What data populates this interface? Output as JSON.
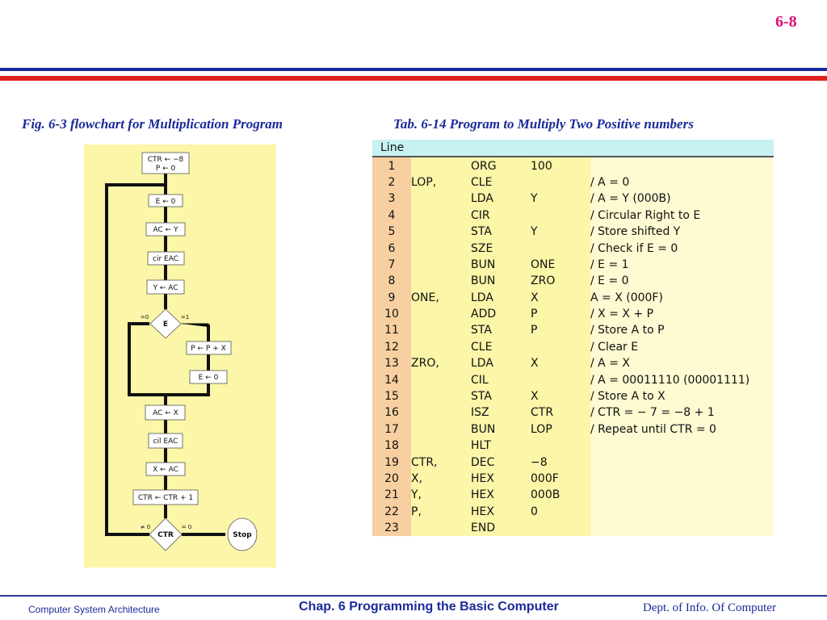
{
  "page_number": "6-8",
  "colors": {
    "title_blue": "#1a2a9a",
    "page_number": "#e0107a",
    "panel_yellow": "#fbf6a8",
    "line_column": "#f7cfa0",
    "header_cyan": "#c8f2f2",
    "bar_red": "#e02020"
  },
  "figure": {
    "caption": "Fig. 6-3  flowchart  for Multiplication Program",
    "boxes": {
      "init_ctr": "CTR ← −8",
      "init_p": "P ← 0",
      "clear_e": "E ← 0",
      "load_y": "AC ← Y",
      "cir": "cir EAC",
      "store_y": "Y ← AC",
      "add": "P ← P + X",
      "clear_e2": "E ← 0",
      "load_x": "AC ← X",
      "cil": "cil EAC",
      "store_x": "X ← AC",
      "inc_ctr": "CTR ← CTR + 1",
      "stop": "Stop"
    },
    "decisions": {
      "e_label": "E",
      "e_zero": "=0",
      "e_one": "=1",
      "ctr_label": "CTR",
      "ctr_not_zero": "≠ 0",
      "ctr_zero": "= 0"
    }
  },
  "table": {
    "caption": "Tab. 6-14  Program to Multiply Two Positive numbers",
    "header": "Line",
    "rows": [
      {
        "line": "1",
        "label": "",
        "op": "ORG",
        "addr": "100",
        "comment": ""
      },
      {
        "line": "2",
        "label": "LOP,",
        "op": "CLE",
        "addr": "",
        "comment": "/ A = 0"
      },
      {
        "line": "3",
        "label": "",
        "op": "LDA",
        "addr": "Y",
        "comment": "/ A = Y (000B)"
      },
      {
        "line": "4",
        "label": "",
        "op": "CIR",
        "addr": "",
        "comment": "/ Circular Right to E"
      },
      {
        "line": "5",
        "label": "",
        "op": "STA",
        "addr": "Y",
        "comment": "/ Store shifted Y"
      },
      {
        "line": "6",
        "label": "",
        "op": "SZE",
        "addr": "",
        "comment": "/ Check if E = 0"
      },
      {
        "line": "7",
        "label": "",
        "op": "BUN",
        "addr": "ONE",
        "comment": "/ E = 1"
      },
      {
        "line": "8",
        "label": "",
        "op": "BUN",
        "addr": "ZRO",
        "comment": "/ E = 0"
      },
      {
        "line": "9",
        "label": "ONE,",
        "op": "LDA",
        "addr": "X",
        "comment": " A = X (000F)"
      },
      {
        "line": "10",
        "label": "",
        "op": "ADD",
        "addr": "P",
        "comment": "/ X = X + P"
      },
      {
        "line": "11",
        "label": "",
        "op": "STA",
        "addr": "P",
        "comment": "/ Store A to P"
      },
      {
        "line": "12",
        "label": "",
        "op": "CLE",
        "addr": "",
        "comment": "/ Clear E"
      },
      {
        "line": "13",
        "label": "ZRO,",
        "op": "LDA",
        "addr": "X",
        "comment": "/ A = X"
      },
      {
        "line": "14",
        "label": "",
        "op": "CIL",
        "addr": "",
        "comment": "/ A = 00011110 (00001111)"
      },
      {
        "line": "15",
        "label": "",
        "op": "STA",
        "addr": "X",
        "comment": "/ Store A to X"
      },
      {
        "line": "16",
        "label": "",
        "op": "ISZ",
        "addr": "CTR",
        "comment": "/ CTR = − 7 = −8 + 1"
      },
      {
        "line": "17",
        "label": "",
        "op": "BUN",
        "addr": "LOP",
        "comment": "/ Repeat until CTR = 0"
      },
      {
        "line": "18",
        "label": "",
        "op": "HLT",
        "addr": "",
        "comment": ""
      },
      {
        "line": "19",
        "label": "CTR,",
        "op": "DEC",
        "addr": "−8",
        "comment": ""
      },
      {
        "line": "20",
        "label": "X,",
        "op": "HEX",
        "addr": "000F",
        "comment": ""
      },
      {
        "line": "21",
        "label": "Y,",
        "op": "HEX",
        "addr": "000B",
        "comment": ""
      },
      {
        "line": "22",
        "label": "P,",
        "op": "HEX",
        "addr": "0",
        "comment": ""
      },
      {
        "line": "23",
        "label": "",
        "op": "END",
        "addr": "",
        "comment": ""
      }
    ]
  },
  "footer": {
    "left": "Computer System Architecture",
    "center": "Chap. 6  Programming the Basic Computer",
    "right": "Dept. of Info. Of Computer"
  }
}
